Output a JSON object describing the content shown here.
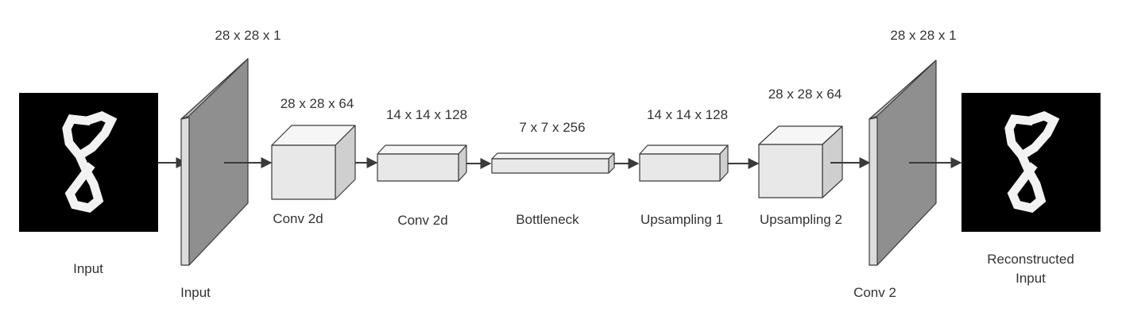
{
  "colors": {
    "background": "#ffffff",
    "panel_front": "#8f8f8f",
    "panel_side": "#dcdcdc",
    "box_front": "#e8e8e8",
    "box_top": "#f6f6f6",
    "box_side": "#cfcfcf",
    "edge": "#3a3a3a",
    "arrow": "#3a3a3a",
    "digit_bg": "#000000",
    "digit_fg": "#f2f2f2"
  },
  "input_image": {
    "caption": "Input"
  },
  "output_image": {
    "caption_line1": "Reconstructed",
    "caption_line2": "Input"
  },
  "input_layer": {
    "name": "Input",
    "dims": "28 x 28 x 1"
  },
  "conv1": {
    "name": "Conv 2d",
    "dims": "28 x 28 x 64"
  },
  "conv2": {
    "name": "Conv 2d",
    "dims": "14 x 14 x 128"
  },
  "bottleneck": {
    "name": "Bottleneck",
    "dims": "7 x 7 x 256"
  },
  "upsampling1": {
    "name": "Upsampling 1",
    "dims": "14 x 14 x 128"
  },
  "upsampling2": {
    "name": "Upsampling 2",
    "dims": "28 x 28 x 64"
  },
  "output_layer": {
    "name": "Conv 2",
    "dims": "28 x 28 x 1"
  }
}
